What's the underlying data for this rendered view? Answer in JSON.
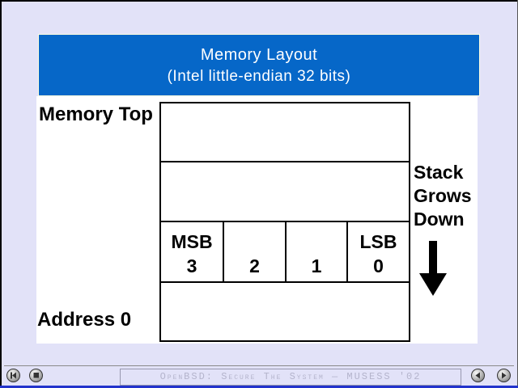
{
  "slide": {
    "title_line1": "Memory Layout",
    "title_line2": "(Intel little-endian 32 bits)",
    "memory_top_label": "Memory Top",
    "address0_label": "Address 0",
    "stack_note": {
      "line1": "Stack",
      "line2": "Grows",
      "line3": "Down"
    },
    "diagram": {
      "rows": 4,
      "byte_cells": [
        {
          "tag": "MSB",
          "byte": "3"
        },
        {
          "tag": "",
          "byte": "2"
        },
        {
          "tag": "",
          "byte": "1"
        },
        {
          "tag": "LSB",
          "byte": "0"
        }
      ]
    }
  },
  "footer": {
    "status_text": "OpenBSD: Secure The System — MUSESS '02",
    "buttons": [
      {
        "icon": "skip-to-start-icon"
      },
      {
        "icon": "stop-icon"
      },
      {
        "icon": "previous-arrow-icon"
      },
      {
        "icon": "next-arrow-icon"
      }
    ]
  },
  "colors": {
    "banner_blue": "#0667c8",
    "background_lavender": "#e2e2f8",
    "bottom_strip_blue": "#2233cc"
  }
}
